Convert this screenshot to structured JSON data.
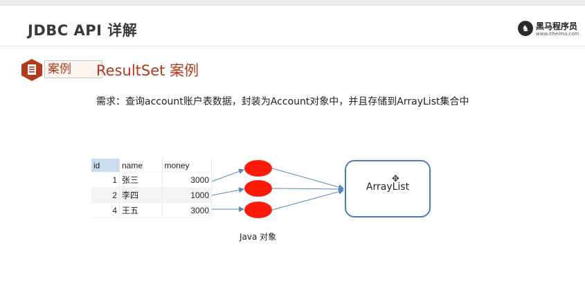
{
  "header": {
    "title": "JDBC API 详解",
    "brand": {
      "name": "黑马程序员",
      "url": "www.itheima.com",
      "icon": "horse-logo-icon"
    }
  },
  "case": {
    "tag_label": "案例",
    "icon": "document-hex-icon",
    "title": "ResultSet 案例"
  },
  "requirement": "需求：查询account账户表数据，封装为Account对象中，并且存储到ArrayList集合中",
  "table": {
    "headers": [
      "id",
      "name",
      "money"
    ],
    "rows": [
      [
        "1",
        "张三",
        "3000"
      ],
      [
        "2",
        "李四",
        "1000"
      ],
      [
        "4",
        "王五",
        "3000"
      ]
    ]
  },
  "diagram": {
    "object_label": "Java 对象",
    "collection_label": "ArrayList",
    "colors": {
      "object_fill": "#ff1a0a",
      "arrow": "#5b86bd",
      "box_border": "#4a7ab5"
    }
  },
  "colors": {
    "accent": "#b3391c",
    "title_text": "#3a3a3a"
  }
}
